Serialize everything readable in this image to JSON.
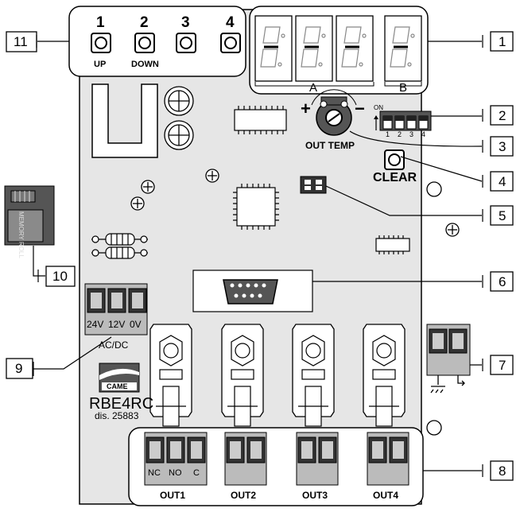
{
  "diagram": {
    "keys": {
      "numbers": [
        "1",
        "2",
        "3",
        "4"
      ],
      "up_label": "UP",
      "down_label": "DOWN"
    },
    "display_labels": {
      "a": "A",
      "b": "B"
    },
    "dip_switch": {
      "on_label": "ON",
      "numbers": [
        "1",
        "2",
        "3",
        "4"
      ]
    },
    "out_temp_label": "OUT TEMP",
    "plus_sign": "+",
    "minus_sign": "−",
    "clear_label": "CLEAR",
    "memory_roll_label": "MEMORY ROLL",
    "power_terminals": [
      "24V",
      "12V",
      "0V"
    ],
    "power_caption": "AC/DC",
    "brand_logo": "CAME",
    "model_name": "RBE4RC",
    "drawing_number": "dis. 25883",
    "relay_contacts": [
      "NC",
      "NO",
      "C"
    ],
    "outputs": [
      "OUT1",
      "OUT2",
      "OUT3",
      "OUT4"
    ],
    "callouts": [
      "1",
      "2",
      "3",
      "4",
      "5",
      "6",
      "7",
      "8",
      "9",
      "10",
      "11"
    ],
    "colors": {
      "board": "#e6e6e6",
      "line": "#000000",
      "terminal_dark": "#3a3a3a"
    }
  }
}
